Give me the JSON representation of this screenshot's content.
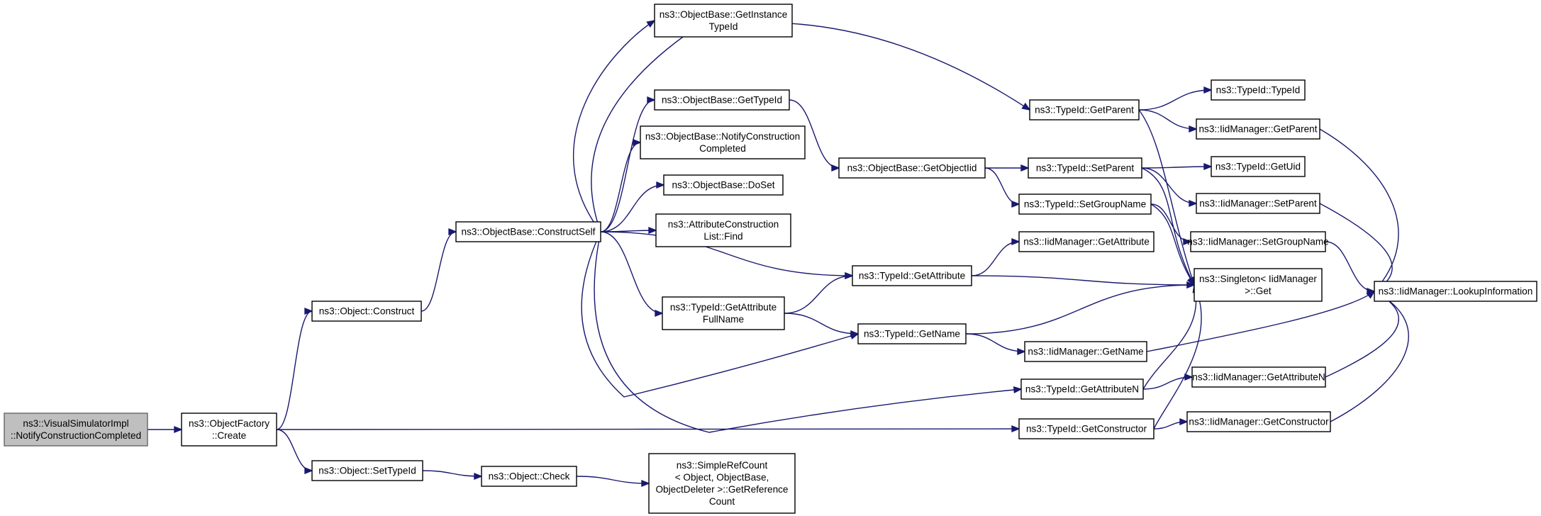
{
  "diagram": {
    "colors": {
      "edge": "#191970",
      "root_fill": "#bfbfbf",
      "node_fill": "#ffffff"
    },
    "nodes": [
      {
        "id": "n0",
        "lines": [
          "ns3::VisualSimulatorImpl",
          "::NotifyConstructionCompleted"
        ],
        "root": true
      },
      {
        "id": "n1",
        "lines": [
          "ns3::ObjectFactory",
          "::Create"
        ]
      },
      {
        "id": "n2",
        "lines": [
          "ns3::Object::Construct"
        ]
      },
      {
        "id": "n3",
        "lines": [
          "ns3::ObjectBase::ConstructSelf"
        ]
      },
      {
        "id": "n4",
        "lines": [
          "ns3::ObjectBase::GetInstance",
          "TypeId"
        ]
      },
      {
        "id": "n5",
        "lines": [
          "ns3::ObjectBase::GetTypeId"
        ]
      },
      {
        "id": "n6",
        "lines": [
          "ns3::ObjectBase::NotifyConstruction",
          "Completed"
        ]
      },
      {
        "id": "n7",
        "lines": [
          "ns3::ObjectBase::DoSet"
        ]
      },
      {
        "id": "n8",
        "lines": [
          "ns3::AttributeConstruction",
          "List::Find"
        ]
      },
      {
        "id": "n9",
        "lines": [
          "ns3::TypeId::GetAttribute",
          "FullName"
        ]
      },
      {
        "id": "n10",
        "lines": [
          "ns3::TypeId::GetAttribute"
        ]
      },
      {
        "id": "n11",
        "lines": [
          "ns3::TypeId::GetName"
        ]
      },
      {
        "id": "n12",
        "lines": [
          "ns3::TypeId::GetParent"
        ]
      },
      {
        "id": "n13",
        "lines": [
          "ns3::ObjectBase::GetObjectIid"
        ]
      },
      {
        "id": "n14",
        "lines": [
          "ns3::TypeId::SetParent"
        ]
      },
      {
        "id": "n15",
        "lines": [
          "ns3::TypeId::SetGroupName"
        ]
      },
      {
        "id": "n16",
        "lines": [
          "ns3::IidManager::GetAttribute"
        ]
      },
      {
        "id": "n17",
        "lines": [
          "ns3::IidManager::GetName"
        ]
      },
      {
        "id": "n18",
        "lines": [
          "ns3::TypeId::GetAttributeN"
        ]
      },
      {
        "id": "n19",
        "lines": [
          "ns3::TypeId::GetConstructor"
        ]
      },
      {
        "id": "n20",
        "lines": [
          "ns3::TypeId::TypeId"
        ]
      },
      {
        "id": "n21",
        "lines": [
          "ns3::IidManager::GetParent"
        ]
      },
      {
        "id": "n22",
        "lines": [
          "ns3::TypeId::GetUid"
        ]
      },
      {
        "id": "n23",
        "lines": [
          "ns3::IidManager::SetParent"
        ]
      },
      {
        "id": "n24",
        "lines": [
          "ns3::IidManager::SetGroupName"
        ]
      },
      {
        "id": "n25",
        "lines": [
          "ns3::Singleton< IidManager",
          " >::Get"
        ]
      },
      {
        "id": "n26",
        "lines": [
          "ns3::IidManager::GetAttributeN"
        ]
      },
      {
        "id": "n27",
        "lines": [
          "ns3::IidManager::GetConstructor"
        ]
      },
      {
        "id": "n28",
        "lines": [
          "ns3::IidManager::LookupInformation"
        ]
      },
      {
        "id": "n29",
        "lines": [
          "ns3::Object::SetTypeId"
        ]
      },
      {
        "id": "n30",
        "lines": [
          "ns3::Object::Check"
        ]
      },
      {
        "id": "n31",
        "lines": [
          "ns3::SimpleRefCount",
          "< Object, ObjectBase,",
          " ObjectDeleter >::GetReference",
          "Count"
        ]
      }
    ],
    "edges": [
      {
        "from": "n0",
        "to": "n1"
      },
      {
        "from": "n1",
        "to": "n2"
      },
      {
        "from": "n1",
        "to": "n19"
      },
      {
        "from": "n1",
        "to": "n29"
      },
      {
        "from": "n2",
        "to": "n3"
      },
      {
        "from": "n3",
        "to": "n4"
      },
      {
        "from": "n3",
        "to": "n12"
      },
      {
        "from": "n3",
        "to": "n5"
      },
      {
        "from": "n3",
        "to": "n6"
      },
      {
        "from": "n3",
        "to": "n7"
      },
      {
        "from": "n3",
        "to": "n8"
      },
      {
        "from": "n3",
        "to": "n10"
      },
      {
        "from": "n3",
        "to": "n9"
      },
      {
        "from": "n3",
        "to": "n11"
      },
      {
        "from": "n3",
        "to": "n18"
      },
      {
        "from": "n5",
        "to": "n13"
      },
      {
        "from": "n13",
        "to": "n14"
      },
      {
        "from": "n13",
        "to": "n15"
      },
      {
        "from": "n9",
        "to": "n10"
      },
      {
        "from": "n9",
        "to": "n11"
      },
      {
        "from": "n10",
        "to": "n16"
      },
      {
        "from": "n10",
        "to": "n25"
      },
      {
        "from": "n11",
        "to": "n25"
      },
      {
        "from": "n11",
        "to": "n17"
      },
      {
        "from": "n12",
        "to": "n20"
      },
      {
        "from": "n12",
        "to": "n21"
      },
      {
        "from": "n12",
        "to": "n25"
      },
      {
        "from": "n14",
        "to": "n22"
      },
      {
        "from": "n14",
        "to": "n23"
      },
      {
        "from": "n14",
        "to": "n25"
      },
      {
        "from": "n15",
        "to": "n24"
      },
      {
        "from": "n15",
        "to": "n25"
      },
      {
        "from": "n18",
        "to": "n25"
      },
      {
        "from": "n18",
        "to": "n26"
      },
      {
        "from": "n19",
        "to": "n25"
      },
      {
        "from": "n19",
        "to": "n27"
      },
      {
        "from": "n17",
        "to": "n28"
      },
      {
        "from": "n21",
        "to": "n28"
      },
      {
        "from": "n23",
        "to": "n28"
      },
      {
        "from": "n24",
        "to": "n28"
      },
      {
        "from": "n26",
        "to": "n28"
      },
      {
        "from": "n27",
        "to": "n28"
      },
      {
        "from": "n29",
        "to": "n30"
      },
      {
        "from": "n30",
        "to": "n31"
      }
    ]
  }
}
